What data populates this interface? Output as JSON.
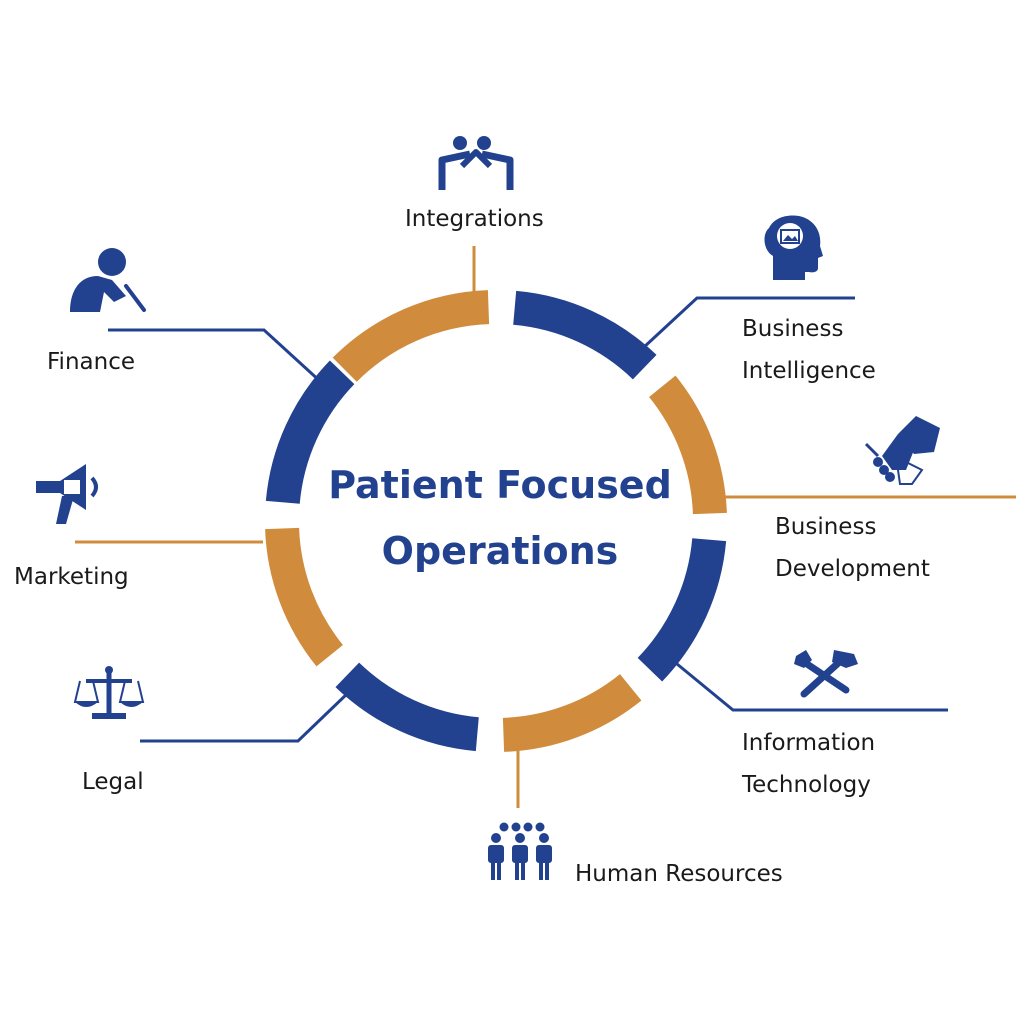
{
  "center": {
    "line1": "Patient Focused",
    "line2": "Operations"
  },
  "colors": {
    "blue": "#22418f",
    "orange": "#d08c3c",
    "text": "#1a1a1a"
  },
  "departments": [
    {
      "id": "integrations",
      "label": "Integrations",
      "icon": "handshake-people-icon"
    },
    {
      "id": "business-intelligence",
      "line1": "Business",
      "line2": "Intelligence",
      "icon": "head-brain-icon"
    },
    {
      "id": "business-development",
      "line1": "Business",
      "line2": "Development",
      "icon": "handshake-icon"
    },
    {
      "id": "information-technology",
      "line1": "Information",
      "line2": "Technology",
      "icon": "hammer-wrench-icon"
    },
    {
      "id": "human-resources",
      "label": "Human Resources",
      "icon": "team-icon"
    },
    {
      "id": "legal",
      "label": "Legal",
      "icon": "scales-icon"
    },
    {
      "id": "marketing",
      "label": "Marketing",
      "icon": "megaphone-icon"
    },
    {
      "id": "finance",
      "label": "Finance",
      "icon": "person-writing-icon"
    }
  ]
}
